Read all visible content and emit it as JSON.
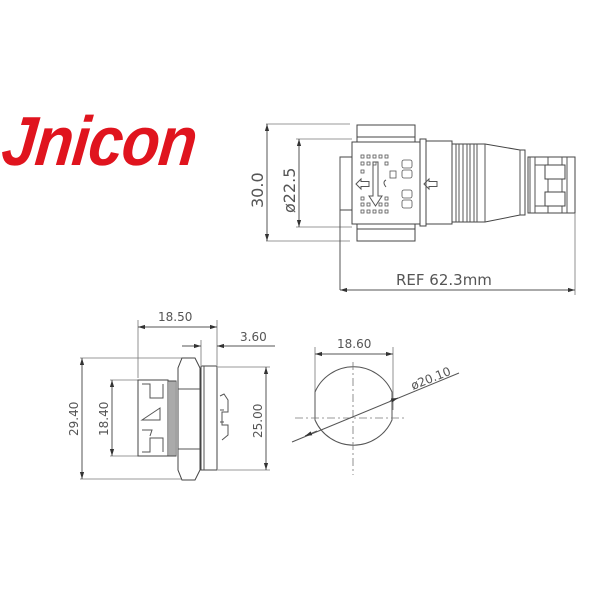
{
  "brand": {
    "logo_text": "Jnicon",
    "color": "#e0141e"
  },
  "drawings": {
    "side_view": {
      "dim_height": "30.0",
      "dim_diameter": "ø22.5",
      "dim_length": "REF 62.3mm"
    },
    "panel_view": {
      "dim_depth": "18.50",
      "dim_flange": "3.60",
      "dim_outer_height": "29.40",
      "dim_inner_height": "18.40",
      "dim_body_height": "25.00"
    },
    "cutout_view": {
      "dim_width": "18.60",
      "dim_diameter": "ø20.10"
    }
  },
  "colors": {
    "line": "#555555",
    "background": "#ffffff"
  }
}
